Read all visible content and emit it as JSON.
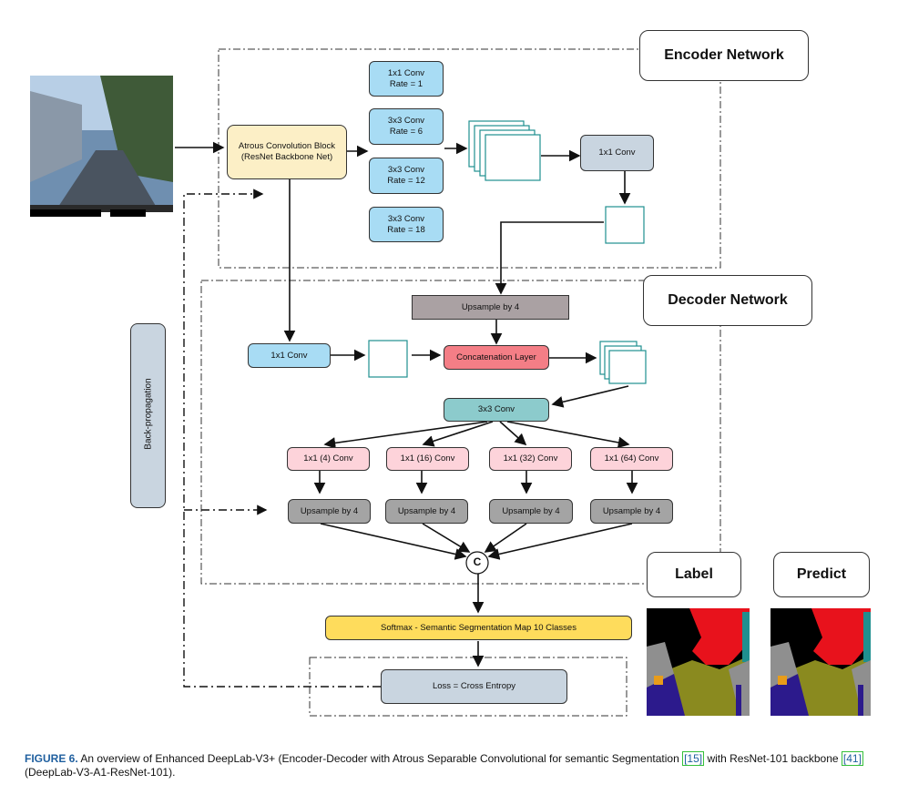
{
  "encoder": {
    "title": "Encoder Network",
    "atrous_block": "Atrous Convolution Block\n(ResNet Backbone Net)",
    "branches": [
      "1x1 Conv\nRate = 1",
      "3x3 Conv\nRate = 6",
      "3x3 Conv\nRate = 12",
      "3x3 Conv\nRate = 18"
    ],
    "conv_1x1": "1x1 Conv"
  },
  "decoder": {
    "title": "Decoder Network",
    "upsample": "Upsample by 4",
    "conv_1x1": "1x1 Conv",
    "concat": "Concatenation Layer",
    "conv_3x3": "3x3 Conv",
    "heads": [
      "1x1 (4) Conv",
      "1x1 (16) Conv",
      "1x1 (32) Conv",
      "1x1 (64) Conv"
    ],
    "head_upsample": [
      "Upsample by 4",
      "Upsample by 4",
      "Upsample by 4",
      "Upsample by 4"
    ],
    "concat_symbol": "C"
  },
  "softmax": "Softmax - Semantic Segmentation Map 10 Classes",
  "loss": "Loss = Cross Entropy",
  "backprop": "Back-propagation",
  "label_title": "Label",
  "predict_title": "Predict",
  "colors": {
    "seg_black": "#000000",
    "seg_red": "#e8121c",
    "seg_olive": "#8a8a1f",
    "seg_navy": "#2c1a8c",
    "seg_grey": "#8f8f8f",
    "seg_teal": "#1f8f8f",
    "seg_orange": "#e89c1a"
  },
  "caption": {
    "label": "FIGURE 6.",
    "part1": "An overview of Enhanced DeepLab-V3+ (Encoder-Decoder with Atrous Separable Convolutional for semantic Segmentation",
    "ref1": "[15]",
    "part2": "with ResNet-101 backbone",
    "ref2": "[41]",
    "part3": "(DeepLab-V3-A1-ResNet-101)."
  }
}
